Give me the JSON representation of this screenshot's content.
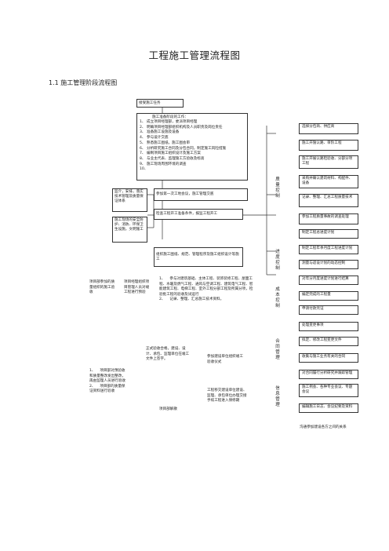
{
  "doc": {
    "title": "工程施工管理流程图",
    "section": "1.1 施工管理阶段流程图"
  },
  "flow": {
    "receive": "接受施工任务",
    "prep_title": "施工准备阶段的工作：",
    "prep_items": [
      "1、    成立项目经理部，委派项目经理",
      "2、    明确项目经理部组织机构及人员职责及岗位责任",
      "3、    准备施工设施及设备",
      "4、    参与设计交底",
      "5、    熟悉施工图纸，施工图会审",
      "6、    分析研究施工合同及分包合同，制定施工风险措施",
      "7、    编制项目施工组织设计及施工方案",
      "8、    与业主代表、监理施工方验收及标高",
      "9、    施工现场周围环境的调查",
      "10、"
    ],
    "meeting": "参加第一次工地会议，施工管理交底",
    "check": "检查工程开工准备条件，报监工程开工",
    "left1": "监介，安排，落实技术管理及质量保证体系",
    "left2": "施工现场的安全防护、消防、环保卫生设施，文明施工",
    "organize": "组织施工图纸、规范、管理程序及施工组织设计等施工"
  },
  "lower": {
    "col1": "项目部参加的质量组织的施工验收",
    "col2": "项目经理组织项目管理人员对竣工程进行预验",
    "process": "1、    参与对建筑基础、主体工程、装饰装修工程、屋面工程、水暖及燃气工程、通风与空调工程、建筑电气工程、智能建筑工程、电梯工程、室外工程分部工程及所属分项，检验批工程的验收及试运行\n2、    记录、整理、汇总施工技术资料。",
    "final_left": "1、    项目部对预验收和质量整改发出整改，再由监理人员进行验收\n2、    项目部的质量保证资料送行验收",
    "final_mid": "正式验收合格，建设、设计、承包、监理单位在竣工文件上签字。",
    "final_mid2": "项目部解散",
    "final_right": "参加建设单位组织竣工验收仪式",
    "final_right2": "工程移交建设单位建设、监理、承包单位办理交接手续工程进入保修期"
  },
  "right": {
    "groups": [
      {
        "label": "质量控制",
        "items": [
          "选择分包商、供应商",
          "施工开施认路、审阶工程",
          "施工开展认路检验收、分部分项工程",
          "采购并确认建筑材料、构配件、设备",
          "记录、整理、汇总工程质量技术",
          "参加工程质量事故的调查处理"
        ]
      },
      {
        "label": "进度控制",
        "items": [
          "制定工程总进度计划",
          "制定工程年季月度工程进度计划",
          "测量与适设计划的动态控制"
        ]
      },
      {
        "label": "成本控制",
        "items": [
          "对年分月度进度计划进行结算",
          "编定完成的工程量",
          "申请付款凭证"
        ]
      },
      {
        "label": "合同管理",
        "items": [
          "处理变更事项",
          "拟定、修改工程变更文件",
          "收集与施工业务有关的合同",
          "对合同履行分析研究并跟踪管理"
        ]
      },
      {
        "label": "信息管理",
        "items": [
          "施工例会、各种专业会议、专题会议",
          "编辑施工日志、会议纪要及资料"
        ]
      }
    ],
    "footnote": "沟通参加建设各方之间的关系"
  }
}
